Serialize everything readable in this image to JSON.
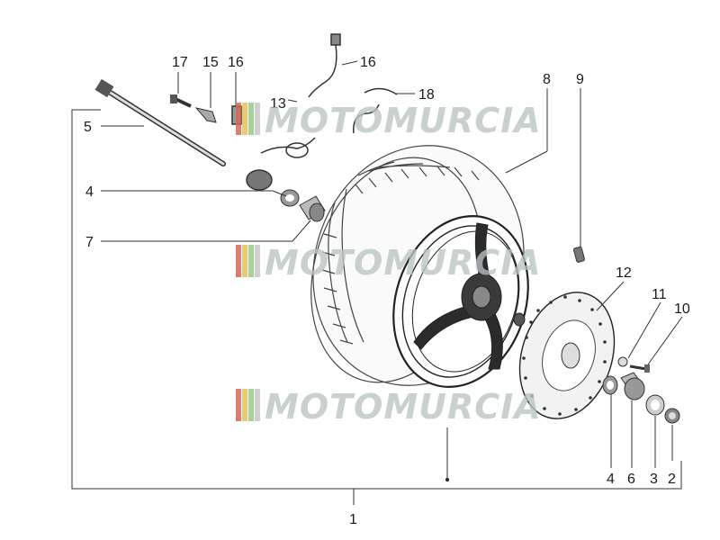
{
  "diagram": {
    "callouts": {
      "p17": "17",
      "p15": "15",
      "p16a": "16",
      "p16b": "16",
      "p18": "18",
      "p13": "13",
      "p8": "8",
      "p9": "9",
      "p5": "5",
      "p4a": "4",
      "p7": "7",
      "p12": "12",
      "p11": "11",
      "p10": "10",
      "p4b": "4",
      "p6": "6",
      "p3": "3",
      "p2": "2",
      "p1": "1"
    }
  },
  "watermark": {
    "text": "MOTOMURCIA",
    "stripe_colors": [
      "#d8665a",
      "#e6c25a",
      "#9bc98a",
      "#c8c8c8"
    ]
  }
}
